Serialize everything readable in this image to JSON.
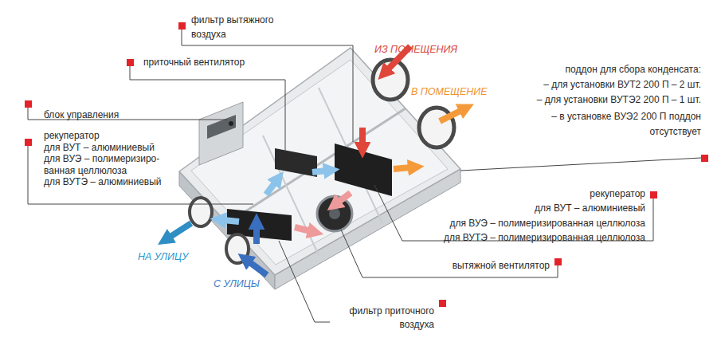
{
  "diagram": {
    "labels": [
      "фильтр вытяжного воздуха",
      "ИЗ ПОМЕЩЕНИЯ",
      "приточный вентилятор",
      "В ПОМЕЩЕНИЕ",
      "поддон для сбора конденсата:",
      "– для установки ВУТ2 200 П – 2 шт.",
      "– для установки ВУТЭ2 200 П – 1 шт.",
      "– в установке ВУЭ2 200 П поддон отсутствует",
      "блок управления",
      "рекуператор",
      "для ВУТ – алюминиевый",
      "для ВУЭ – полимеризиро- ванная целлюлоза",
      "для ВУТЭ – алюминиевый",
      "рекуператор",
      "для ВУТ – алюминиевый",
      "для ВУЭ – полимеризированная целлюлоза",
      "для ВУТЭ – полимеризированная целлюлоза",
      "НА УЛИЦУ",
      "вытяжной вентилятор",
      "С УЛИЦЫ",
      "фильтр приточного воздуха"
    ]
  }
}
